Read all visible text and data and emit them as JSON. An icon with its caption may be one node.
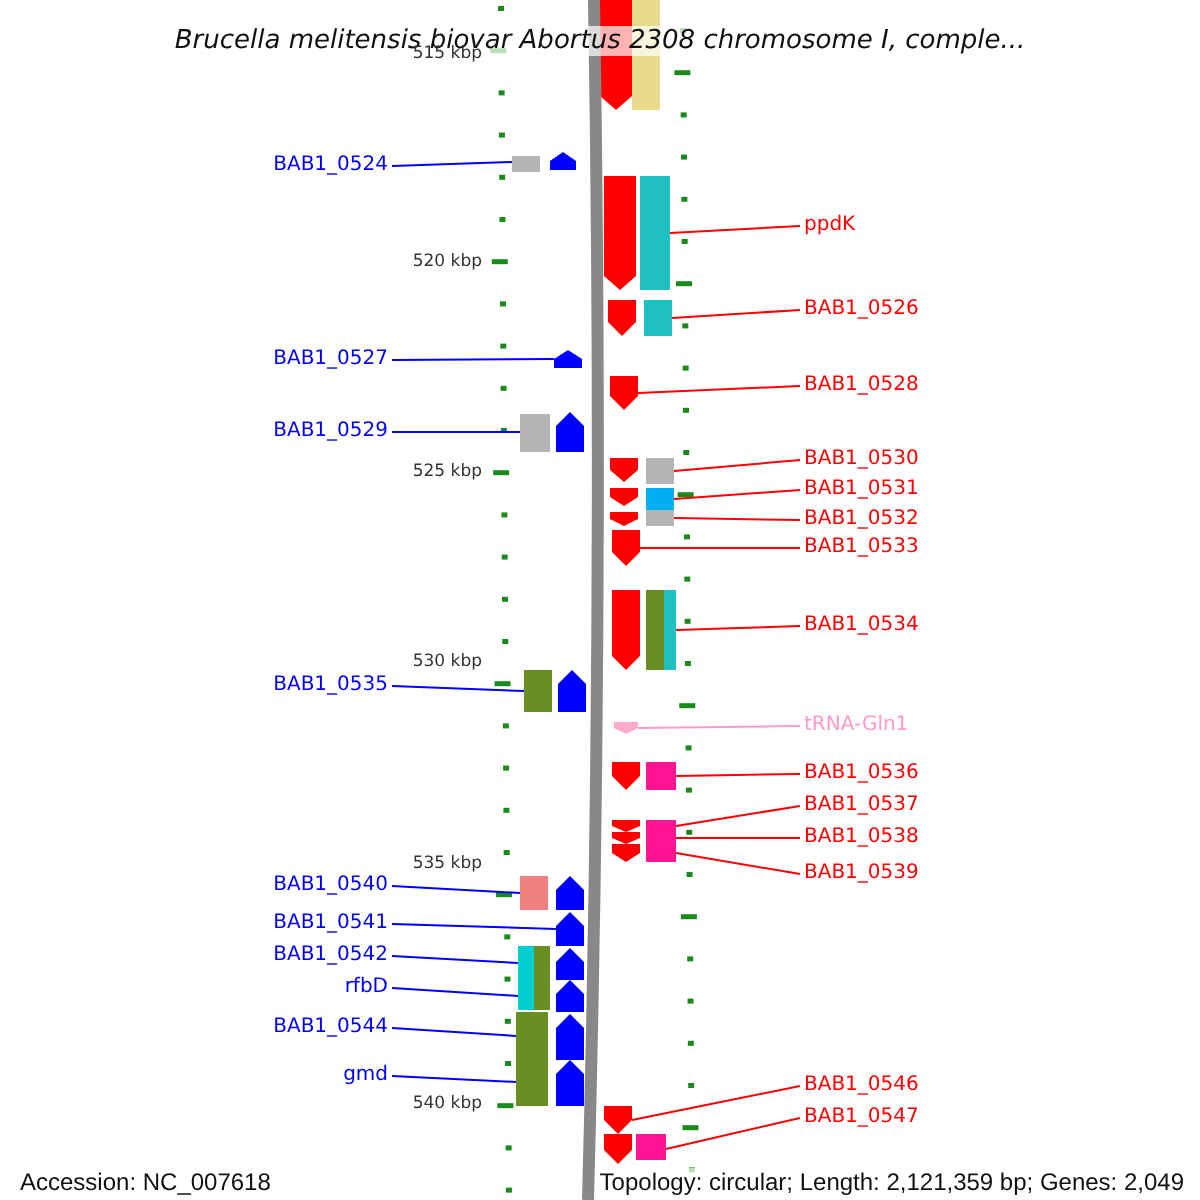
{
  "diagram": {
    "title": "Brucella melitensis biovar Abortus 2308 chromosome I, comple...",
    "nodes": [
      {
        "text": [
          "BAB1_0524"
        ]
      },
      {
        "text": [],
        "shape": "arrow"
      },
      {
        "text": [
          "BAB1_0527"
        ]
      },
      {
        "text": [],
        "shape": "arrow"
      },
      {
        "text": [
          "BAB1_0529"
        ]
      },
      {
        "text": [],
        "shape": "arrow"
      },
      {
        "text": [
          "BAB1_0535"
        ]
      },
      {
        "text": [],
        "shape": "arrow"
      },
      {
        "text": [
          "BAB1_0540"
        ]
      },
      {
        "text": [],
        "shape": "arrow"
      },
      {
        "text": [
          "BAB1_0541"
        ]
      },
      {
        "text": [],
        "shape": "arrow"
      },
      {
        "text": [
          "BAB1_0542"
        ]
      },
      {
        "text": [],
        "shape": "arrow"
      },
      {
        "text": [
          "rfbD"
        ]
      },
      {
        "text": [],
        "shape": "arrow"
      },
      {
        "text": [
          "BAB1_0544"
        ]
      },
      {
        "text": [],
        "shape": "arrow"
      },
      {
        "text": [
          "gmd"
        ]
      },
      {
        "text": [],
        "shape": "arrow"
      },
      {
        "text": [
          "ppdK"
        ]
      },
      {
        "text": [],
        "shape": "arrow"
      },
      {
        "text": [
          "BAB1_0526"
        ]
      },
      {
        "text": [],
        "shape": "arrow"
      },
      {
        "text": [
          "BAB1_0528"
        ]
      },
      {
        "text": [],
        "shape": "arrow"
      },
      {
        "text": [
          "BAB1_0530"
        ]
      },
      {
        "text": [],
        "shape": "arrow"
      },
      {
        "text": [
          "BAB1_0531"
        ]
      },
      {
        "text": [],
        "shape": "arrow"
      },
      {
        "text": [
          "BAB1_0532"
        ]
      },
      {
        "text": [],
        "shape": "arrow"
      },
      {
        "text": [
          "BAB1_0533"
        ]
      },
      {
        "text": [],
        "shape": "arrow"
      },
      {
        "text": [
          "BAB1_0534"
        ]
      },
      {
        "text": [],
        "shape": "arrow"
      },
      {
        "text": [
          "tRNA-Gln1"
        ]
      },
      {
        "text": [],
        "shape": "arrow"
      },
      {
        "text": [
          "BAB1_0536"
        ]
      },
      {
        "text": [],
        "shape": "arrow"
      },
      {
        "text": [
          "BAB1_0537"
        ]
      },
      {
        "text": [],
        "shape": "arrow"
      },
      {
        "text": [
          "BAB1_0538"
        ]
      },
      {
        "text": [],
        "shape": "arrow"
      },
      {
        "text": [
          "BAB1_0539"
        ]
      },
      {
        "text": [],
        "shape": "arrow"
      },
      {
        "text": [
          "BAB1_0546"
        ]
      },
      {
        "text": [],
        "shape": "arrow"
      },
      {
        "text": [
          "BAB1_0547"
        ]
      },
      {
        "text": [],
        "shape": "arrow"
      }
    ],
    "edges": [
      {
        "from": 0,
        "to": 1,
        "arrow": "none",
        "color": "#0000ff"
      },
      {
        "from": 2,
        "to": 3,
        "arrow": "none",
        "color": "#0000ff"
      },
      {
        "from": 4,
        "to": 5,
        "arrow": "none",
        "color": "#0000ff"
      },
      {
        "from": 6,
        "to": 7,
        "arrow": "none",
        "color": "#0000ff"
      },
      {
        "from": 8,
        "to": 9,
        "arrow": "none",
        "color": "#0000ff"
      },
      {
        "from": 10,
        "to": 11,
        "arrow": "none",
        "color": "#0000ff"
      },
      {
        "from": 12,
        "to": 13,
        "arrow": "none",
        "color": "#0000ff"
      },
      {
        "from": 14,
        "to": 15,
        "arrow": "none",
        "color": "#0000ff"
      },
      {
        "from": 16,
        "to": 17,
        "arrow": "none",
        "color": "#0000ff"
      },
      {
        "from": 18,
        "to": 19,
        "arrow": "none",
        "color": "#0000ff"
      },
      {
        "from": 20,
        "to": 21,
        "arrow": "none"
      },
      {
        "from": 22,
        "to": 23,
        "arrow": "none"
      },
      {
        "from": 24,
        "to": 25,
        "arrow": "none"
      },
      {
        "from": 26,
        "to": 27,
        "arrow": "none"
      },
      {
        "from": 28,
        "to": 29,
        "arrow": "none"
      },
      {
        "from": 30,
        "to": 31,
        "arrow": "none"
      },
      {
        "from": 32,
        "to": 33,
        "arrow": "none"
      },
      {
        "from": 34,
        "to": 35,
        "arrow": "none"
      },
      {
        "from": 36,
        "to": 37,
        "arrow": "none",
        "color": "#ff99cc"
      },
      {
        "from": 38,
        "to": 39,
        "arrow": "none"
      },
      {
        "from": 40,
        "to": 41,
        "arrow": "none"
      },
      {
        "from": 42,
        "to": 43,
        "arrow": "none"
      },
      {
        "from": 44,
        "to": 45,
        "arrow": "none"
      },
      {
        "from": 46,
        "to": 47,
        "arrow": "none"
      },
      {
        "from": 48,
        "to": 49,
        "arrow": "none"
      }
    ],
    "labels": [
      "515 kbp",
      "520 kbp",
      "525 kbp",
      "530 kbp",
      "535 kbp",
      "540 kbp",
      "Accession: NC_007618",
      "Topology: circular; Length: 2,121,359 bp; Genes: 2,049"
    ]
  }
}
